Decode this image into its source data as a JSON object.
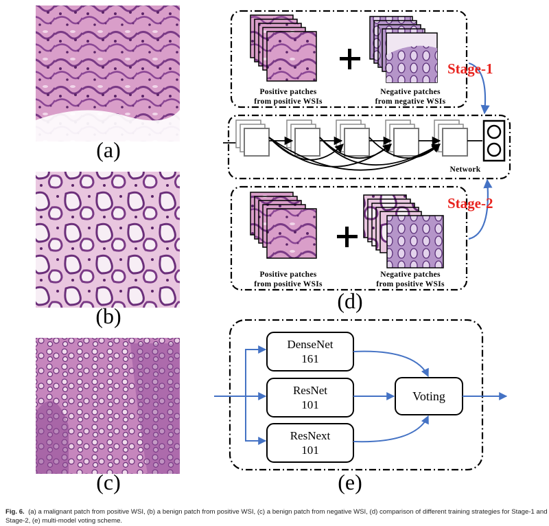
{
  "panels": {
    "a": {
      "label": "(a)"
    },
    "b": {
      "label": "(b)"
    },
    "c": {
      "label": "(c)"
    },
    "d": {
      "label": "(d)"
    },
    "e": {
      "label": "(e)"
    }
  },
  "diagram_d": {
    "stage1": "Stage-1",
    "stage2": "Stage-2",
    "pos_patches_1": [
      "Positive patches",
      "from positive WSIs"
    ],
    "neg_patches_1": [
      "Negative patches",
      "from negative WSIs"
    ],
    "pos_patches_2": [
      "Positive patches",
      "from positive WSIs"
    ],
    "neg_patches_2": [
      "Negative patches",
      "from positive WSIs"
    ],
    "network": "Network"
  },
  "diagram_e": {
    "densenet": [
      "DenseNet",
      "161"
    ],
    "resnet": [
      "ResNet",
      "101"
    ],
    "resnext": [
      "ResNext",
      "101"
    ],
    "voting": "Voting"
  },
  "caption": {
    "fig": "Fig. 6.",
    "text": "(a) a malignant patch from positive WSI, (b) a benign patch from positive WSI, (c) a benign patch from negative WSI, (d) comparison of different training strategies for Stage-1 and Stage-2, (e) multi-model voting scheme."
  },
  "colors": {
    "stage_red": "#e8231e",
    "arrow_blue": "#4472c4",
    "tissue_pink": "#d79ac6",
    "tissue_purple": "#6b2f7a"
  }
}
